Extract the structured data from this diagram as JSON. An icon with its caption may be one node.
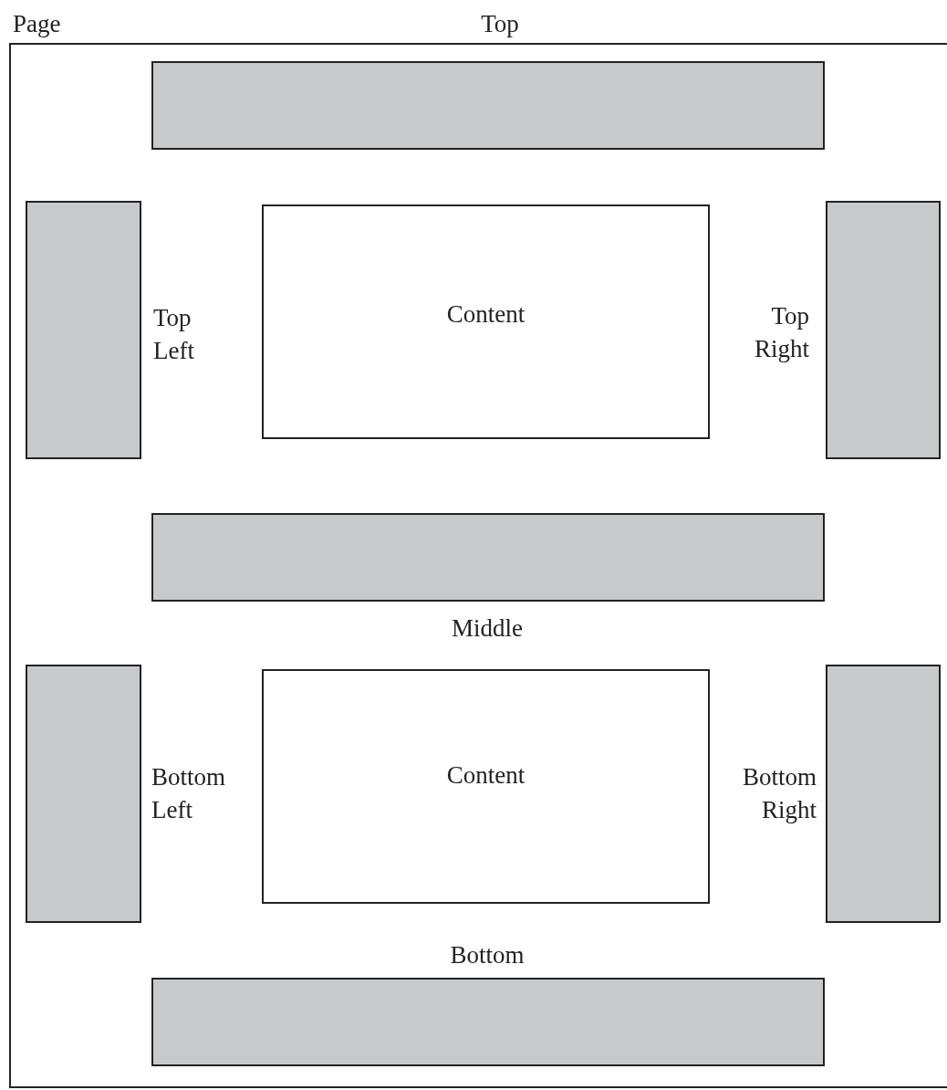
{
  "diagram": {
    "nodes": [
      {
        "text": [
          "Page"
        ]
      },
      {
        "text": [],
        "shape": "bar",
        "beside": [
          "Top"
        ],
        "in": 0
      },
      {
        "text": [],
        "shape": "bar",
        "beside": [
          "Top Left"
        ],
        "in": 0
      },
      {
        "text": [
          "Content"
        ],
        "in": 0
      },
      {
        "text": [],
        "shape": "bar",
        "beside": [
          "Top Right"
        ],
        "in": 0
      },
      {
        "text": [],
        "shape": "bar",
        "beside": [
          "Middle"
        ],
        "in": 0
      },
      {
        "text": [],
        "shape": "bar",
        "beside": [
          "Bottom Left"
        ],
        "in": 0
      },
      {
        "text": [
          "Content"
        ],
        "in": 0
      },
      {
        "text": [],
        "shape": "bar",
        "beside": [
          "Bottom Right"
        ],
        "in": 0
      },
      {
        "text": [],
        "shape": "bar",
        "beside": [
          "Bottom"
        ],
        "in": 0
      }
    ]
  }
}
